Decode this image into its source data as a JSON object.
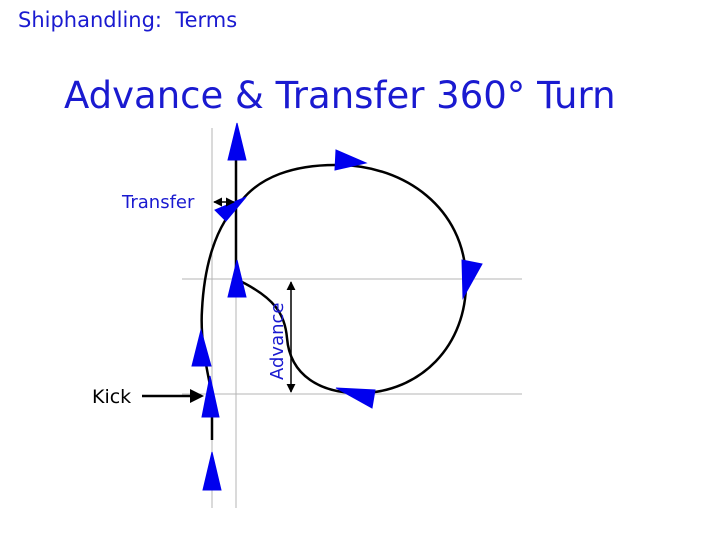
{
  "header": {
    "text": "Shiphandling:  Terms"
  },
  "title": {
    "text": "Advance & Transfer 360° Turn"
  },
  "labels": {
    "transfer": "Transfer",
    "advance": "Advance",
    "kick": "Kick"
  },
  "colors": {
    "text": "#1a1ad0",
    "ship_marker": "#0000ee",
    "line": "#000000",
    "guide": "#b4b4b4"
  }
}
